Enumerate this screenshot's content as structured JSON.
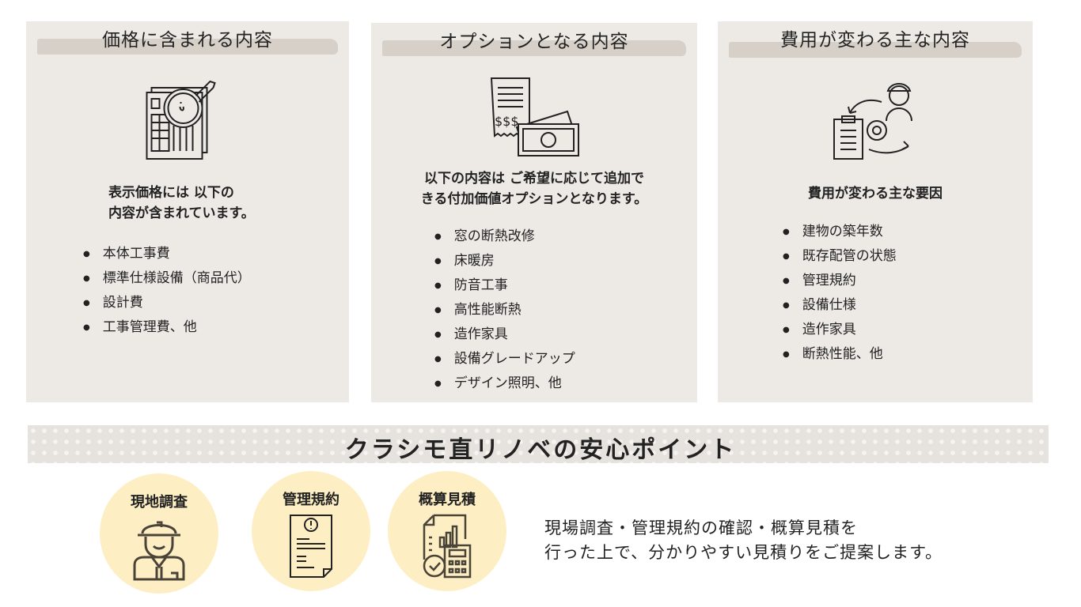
{
  "panels": [
    {
      "title": "価格に含まれる内容",
      "lead": [
        "表示価格には 以下の",
        "内容が含まれています。"
      ],
      "items": [
        "本体工事費",
        "標準仕様設備（商品代）",
        "設計費",
        "工事管理費、他"
      ],
      "icon": "document-magnifier-icon"
    },
    {
      "title": "オプションとなる内容",
      "lead": [
        "以下の内容は ご希望に応じて追加で",
        "きる付加価値オプションとなります。"
      ],
      "items": [
        "窓の断熱改修",
        "床暖房",
        "防音工事",
        "高性能断熱",
        "造作家具",
        "設備グレードアップ",
        "デザイン照明、他"
      ],
      "icon": "receipt-money-icon"
    },
    {
      "title": "費用が変わる主な内容",
      "lead": [
        "費用が変わる主な要因"
      ],
      "items": [
        "建物の築年数",
        "既存配管の状態",
        "管理規約",
        "設備仕様",
        "造作家具",
        "断熱性能、他"
      ],
      "icon": "worker-gear-clipboard-icon"
    }
  ],
  "section": {
    "title": "クラシモ直リノベの安心ポイント"
  },
  "points": [
    {
      "label": "現地調査",
      "icon": "construction-worker-icon"
    },
    {
      "label": "管理規約",
      "icon": "document-alert-icon"
    },
    {
      "label": "概算見積",
      "icon": "estimate-calculator-icon"
    }
  ],
  "summary": [
    "現場調査・管理規約の確認・概算見積を",
    "行った上で、分かりやすい見積りをご提案します。"
  ],
  "colors": {
    "panel": "#edeae6",
    "stripe": "#d6d0c9",
    "circle": "#fdeec4"
  }
}
